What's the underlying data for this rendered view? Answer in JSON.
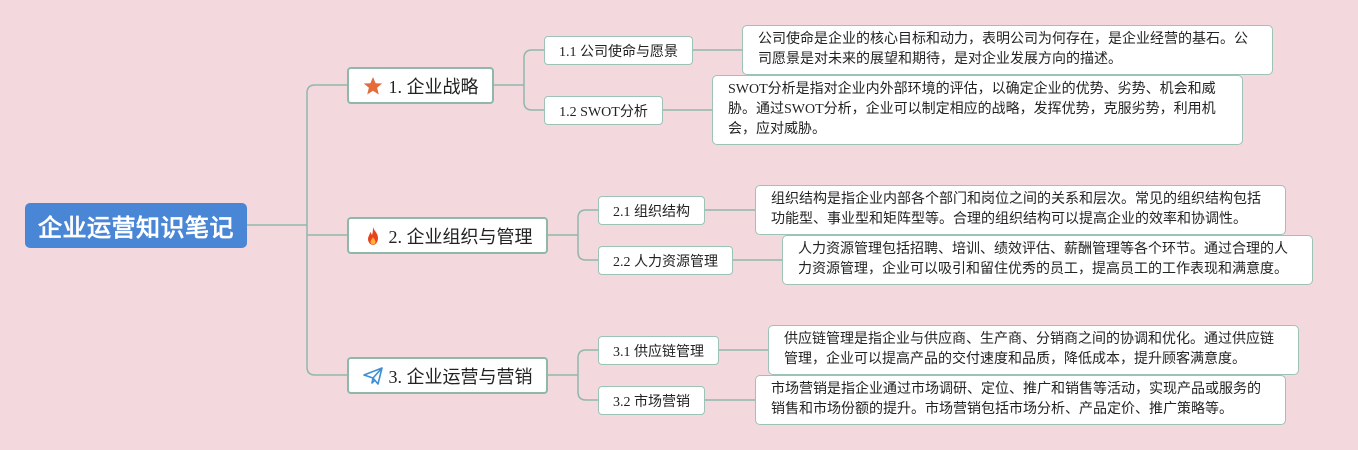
{
  "root": {
    "title": "企业运营知识笔记"
  },
  "branches": [
    {
      "label": "1. 企业战略",
      "icon": "star-icon",
      "icon_color": "#e46b3a",
      "children": [
        {
          "label": "1.1 公司使命与愿景",
          "desc": "公司使命是企业的核心目标和动力，表明公司为何存在，是企业经营的基石。公司愿景是对未来的展望和期待，是对企业发展方向的描述。"
        },
        {
          "label": "1.2 SWOT分析",
          "desc": "SWOT分析是指对企业内外部环境的评估，以确定企业的优势、劣势、机会和威胁。通过SWOT分析，企业可以制定相应的战略，发挥优势，克服劣势，利用机会，应对威胁。"
        }
      ]
    },
    {
      "label": "2. 企业组织与管理",
      "icon": "fire-icon",
      "icon_color": "#e8431c",
      "children": [
        {
          "label": "2.1 组织结构",
          "desc": "组织结构是指企业内部各个部门和岗位之间的关系和层次。常见的组织结构包括功能型、事业型和矩阵型等。合理的组织结构可以提高企业的效率和协调性。"
        },
        {
          "label": "2.2 人力资源管理",
          "desc": "人力资源管理包括招聘、培训、绩效评估、薪酬管理等各个环节。通过合理的人力资源管理，企业可以吸引和留住优秀的员工，提高员工的工作表现和满意度。"
        }
      ]
    },
    {
      "label": "3. 企业运营与营销",
      "icon": "paper-plane-icon",
      "icon_color": "#3d8fd6",
      "children": [
        {
          "label": "3.1 供应链管理",
          "desc": "供应链管理是指企业与供应商、生产商、分销商之间的协调和优化。通过供应链管理，企业可以提高产品的交付速度和品质，降低成本，提升顾客满意度。"
        },
        {
          "label": "3.2 市场营销",
          "desc": "市场营销是指企业通过市场调研、定位、推广和销售等活动，实现产品或服务的销售和市场份额的提升。市场营销包括市场分析、产品定价、推广策略等。"
        }
      ]
    }
  ]
}
